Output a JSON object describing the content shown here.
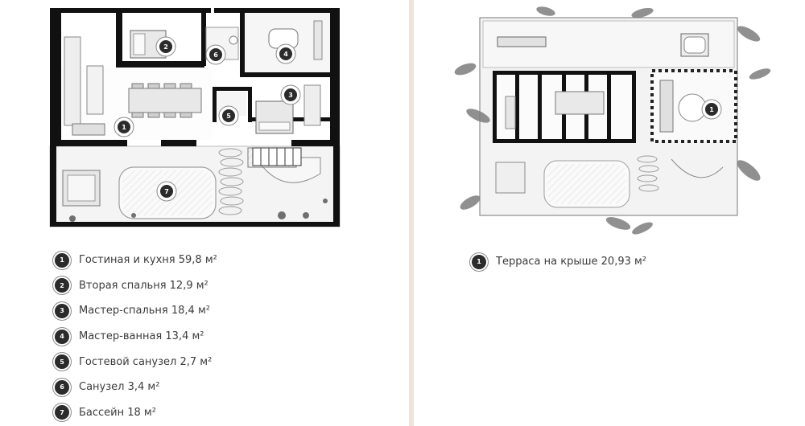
{
  "ground_floor": {
    "legend": [
      {
        "num": "1",
        "label": "Гостиная и кухня 59,8 м²"
      },
      {
        "num": "2",
        "label": "Вторая спальня 12,9 м²"
      },
      {
        "num": "3",
        "label": "Мастер-спальня 18,4 м²"
      },
      {
        "num": "4",
        "label": "Мастер-ванная 13,4 м²"
      },
      {
        "num": "5",
        "label": "Гостевой санузел 2,7 м²"
      },
      {
        "num": "6",
        "label": "Санузел 3,4 м²"
      },
      {
        "num": "7",
        "label": "Бассейн 18 м²"
      }
    ]
  },
  "roof": {
    "legend": [
      {
        "num": "1",
        "label": "Терраса на крыше 20,93 м²"
      }
    ]
  },
  "colors": {
    "wall": "#111111",
    "badge": "#2b2b2b",
    "divider": "#ede5dc",
    "furniture": "#d9d9d9"
  }
}
